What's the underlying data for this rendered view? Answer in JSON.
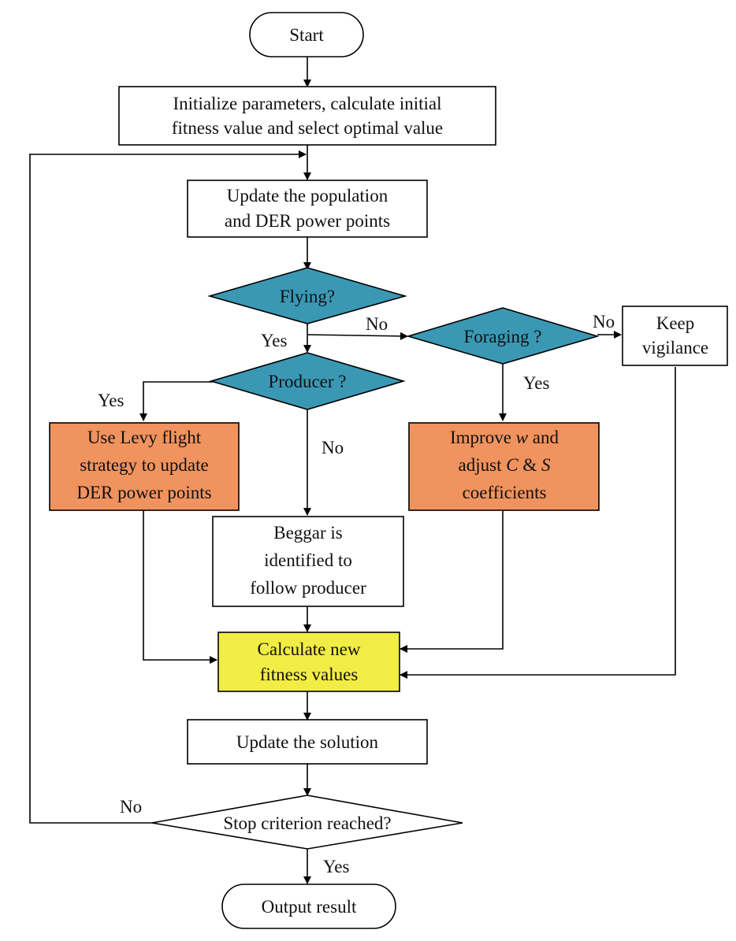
{
  "nodes": {
    "start": "Start",
    "init": [
      "Initialize  parameters,  calculate initial",
      "fitness value and select optimal value"
    ],
    "update_pop": [
      "Update the population",
      "and  DER power points"
    ],
    "flying": "Flying?",
    "foraging": "Foraging ?",
    "keep_vigilance": [
      "Keep",
      "vigilance"
    ],
    "producer": "Producer ?",
    "levy": [
      "Use Levy flight",
      "strategy to update",
      "DER power points"
    ],
    "improve": {
      "line1_pre": "Improve ",
      "line1_var": "w",
      "line1_post": " and",
      "line2_pre": "adjust ",
      "line2_var1": "C",
      "line2_mid": " & ",
      "line2_var2": "S",
      "line3": "coefficients"
    },
    "beggar": [
      "Beggar is",
      "identified to",
      "follow producer"
    ],
    "calc_fitness": [
      "Calculate new",
      "fitness values"
    ],
    "update_solution": "Update the solution",
    "stop": "Stop criterion reached?",
    "output": "Output result"
  },
  "labels": {
    "flying_no": "No",
    "flying_yes": "Yes",
    "foraging_no": "No",
    "foraging_yes": "Yes",
    "producer_yes": "Yes",
    "producer_no": "No",
    "stop_no": "No",
    "stop_yes": "Yes"
  },
  "colors": {
    "decision": "#3a98b4",
    "highlight_orange": "#f0935f",
    "highlight_yellow": "#f2ed45"
  }
}
